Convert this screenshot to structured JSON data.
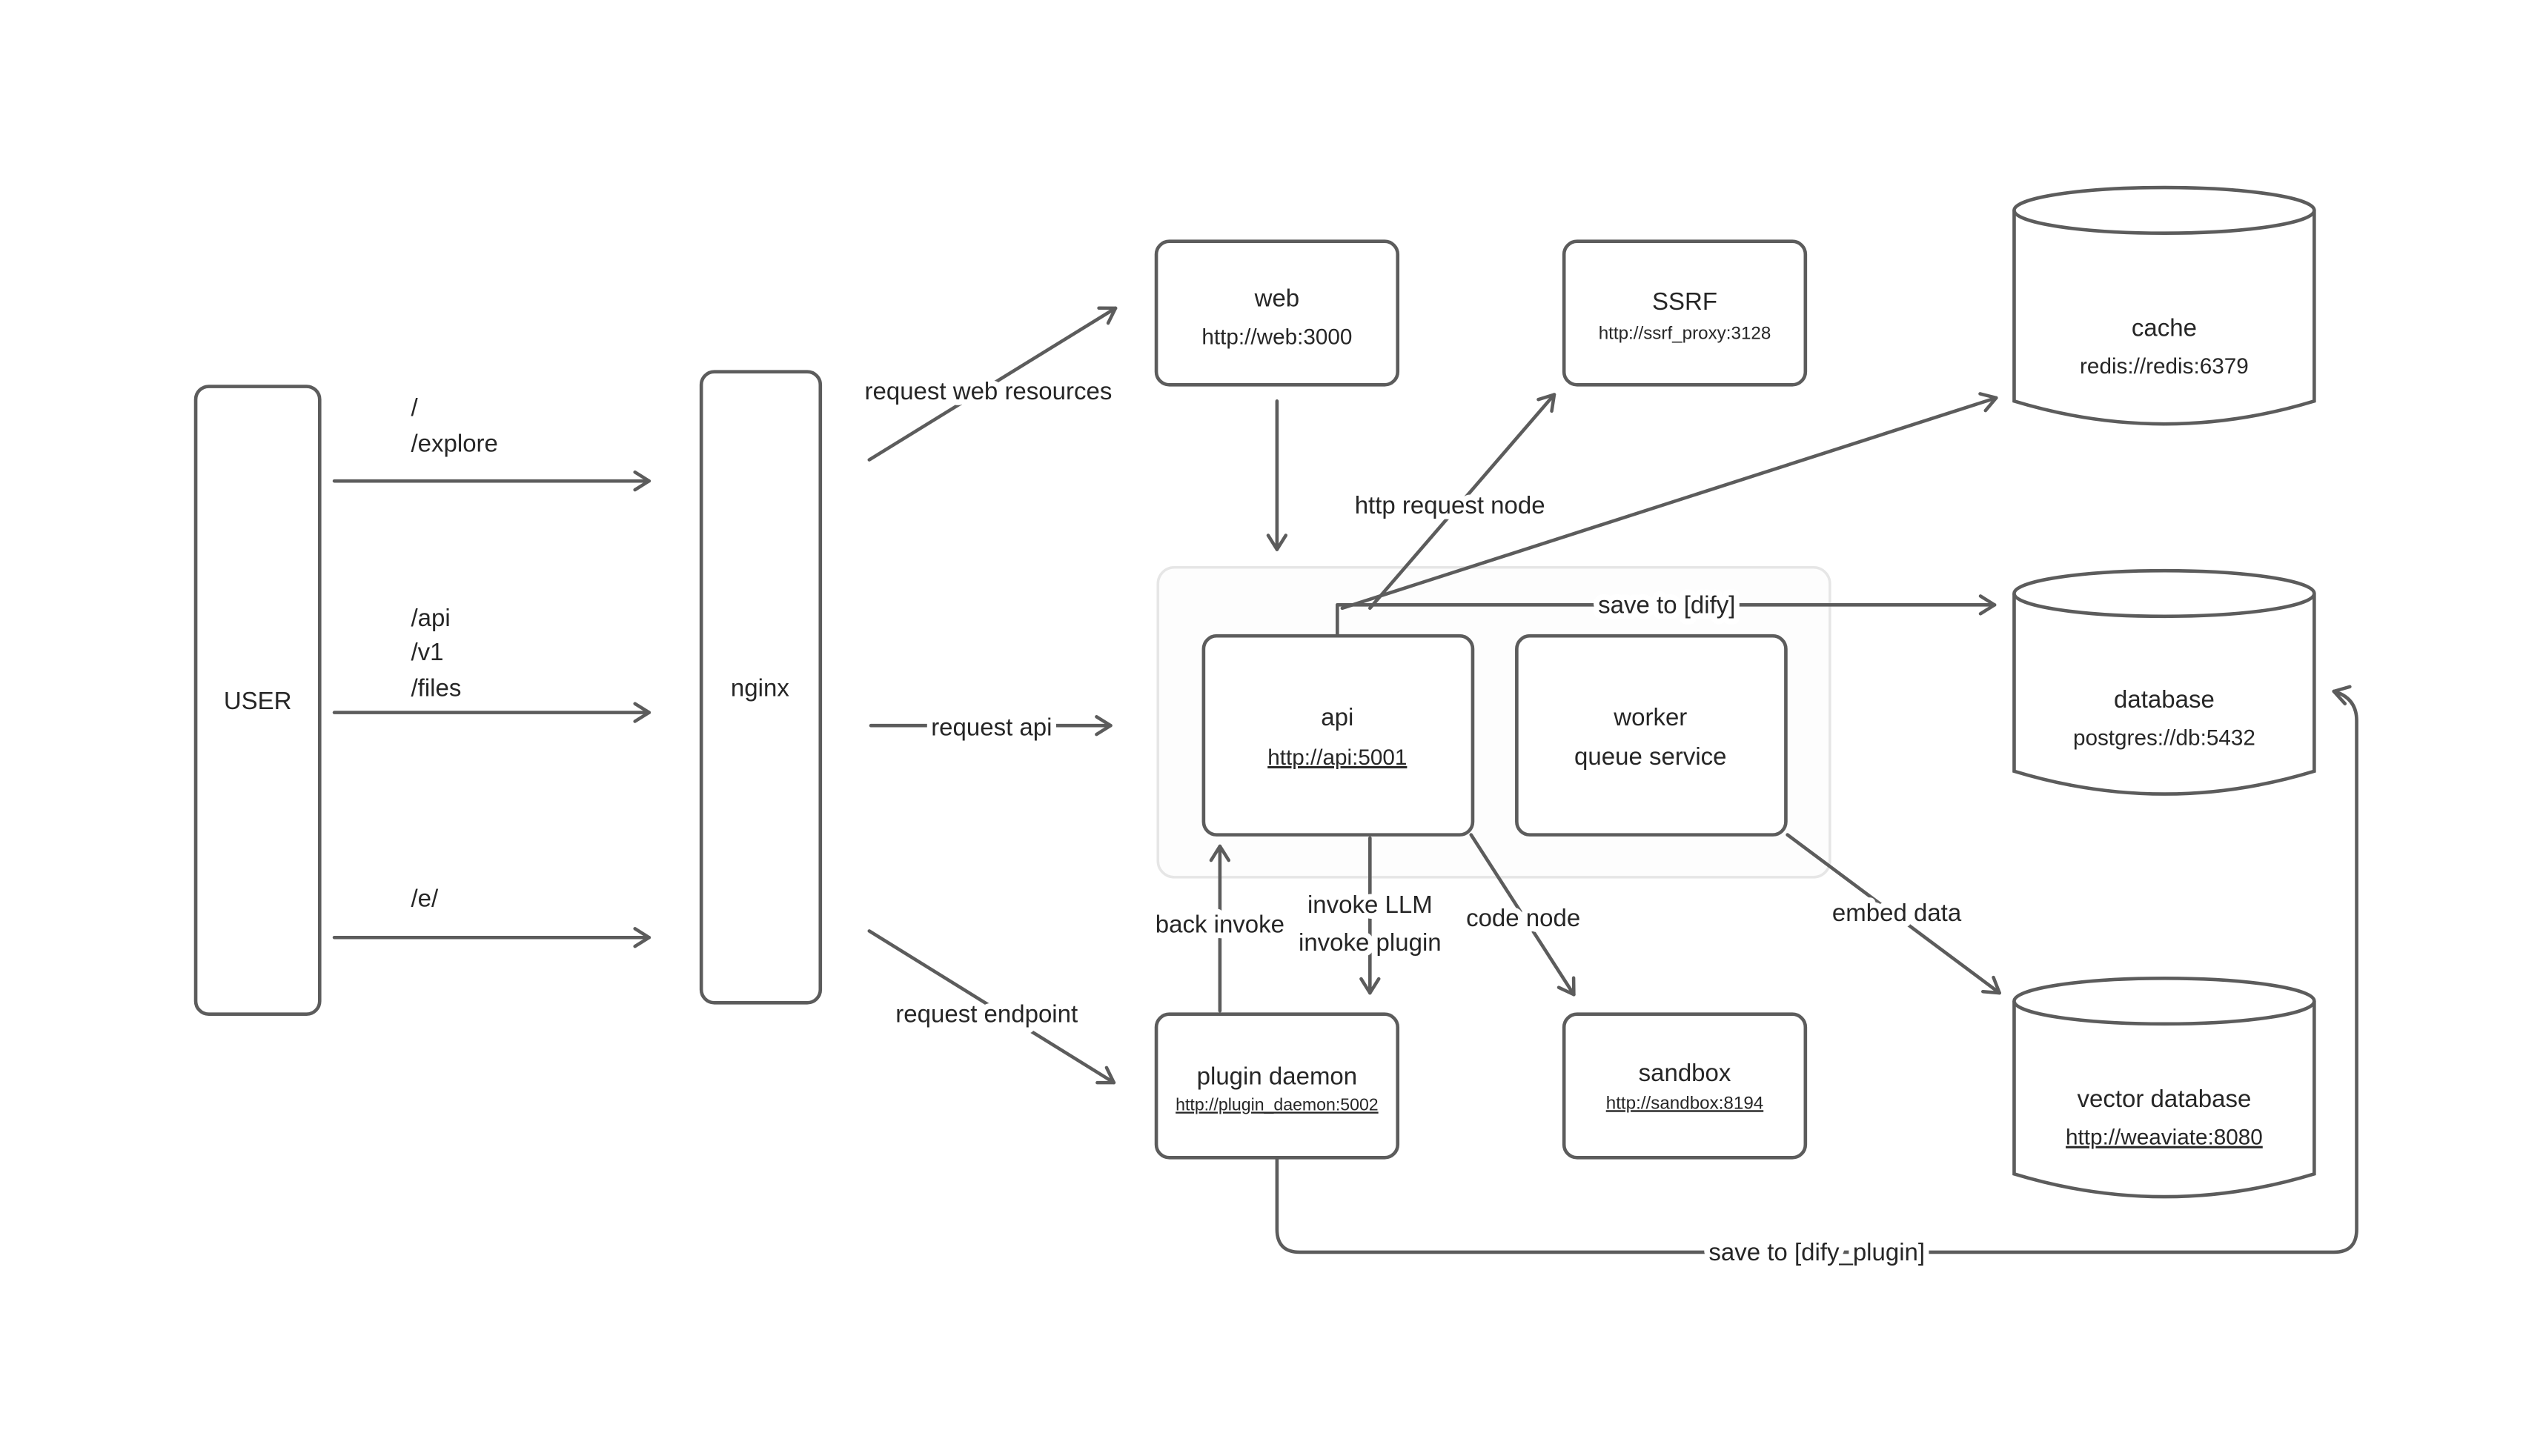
{
  "colors": {
    "stroke": "#5c5c5c",
    "text": "#262626",
    "group-border": "#e6e6e6",
    "bg": "#ffffff"
  },
  "nodes": {
    "user": {
      "label": "USER"
    },
    "nginx": {
      "label": "nginx"
    },
    "web": {
      "title": "web",
      "url": "http://web:3000"
    },
    "ssrf": {
      "title": "SSRF",
      "url": "http://ssrf_proxy:3128"
    },
    "cache": {
      "title": "cache",
      "url": "redis://redis:6379"
    },
    "api": {
      "title": "api",
      "url": "http://api:5001"
    },
    "worker": {
      "title": "worker",
      "subtitle": "queue service"
    },
    "database": {
      "title": "database",
      "url": "postgres://db:5432"
    },
    "plugin_daemon": {
      "title": "plugin daemon",
      "url": "http://plugin_daemon:5002"
    },
    "sandbox": {
      "title": "sandbox",
      "url": "http://sandbox:8194"
    },
    "vector_database": {
      "title": "vector database",
      "url": "http://weaviate:8080"
    }
  },
  "labels": {
    "path_root": "/",
    "path_explore": "/explore",
    "path_api": "/api",
    "path_v1": "/v1",
    "path_files": "/files",
    "path_e": "/e/",
    "request_web_resources": "request web resources",
    "request_api": "request api",
    "request_endpoint": "request endpoint",
    "http_request_node": "http request node",
    "save_to_dify": "save to [dify]",
    "back_invoke": "back invoke",
    "invoke_llm": "invoke LLM",
    "invoke_plugin": "invoke plugin",
    "code_node": "code node",
    "embed_data": "embed data",
    "save_to_dify_plugin": "save to [dify_plugin]"
  }
}
